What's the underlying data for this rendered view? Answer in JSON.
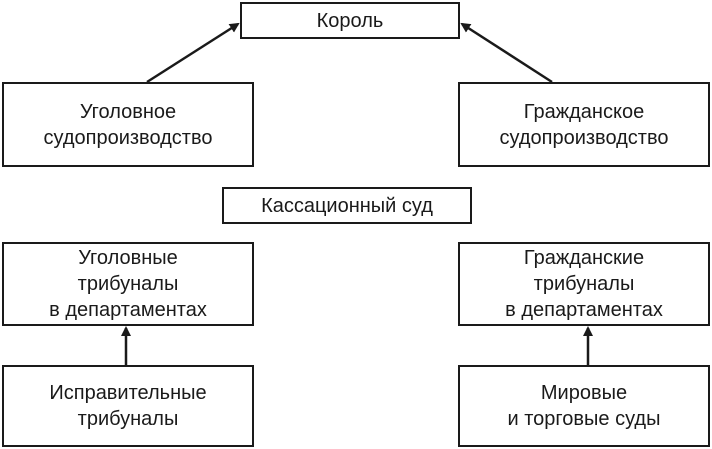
{
  "diagram": {
    "king": "Король",
    "criminal_procedure": "Уголовное\nсудопроизводство",
    "civil_procedure": "Гражданское\nсудопроизводство",
    "cassation_court": "Кассационный суд",
    "criminal_tribunals": "Уголовные\nтрибуналы\nв департаментах",
    "civil_tribunals": "Гражданские\nтрибуналы\nв департаментах",
    "correctional_tribunals": "Исправительные\nтрибуналы",
    "peace_trade_courts": "Мировые\nи торговые суды"
  },
  "colors": {
    "stroke": "#1a1a1a",
    "background": "#ffffff"
  }
}
